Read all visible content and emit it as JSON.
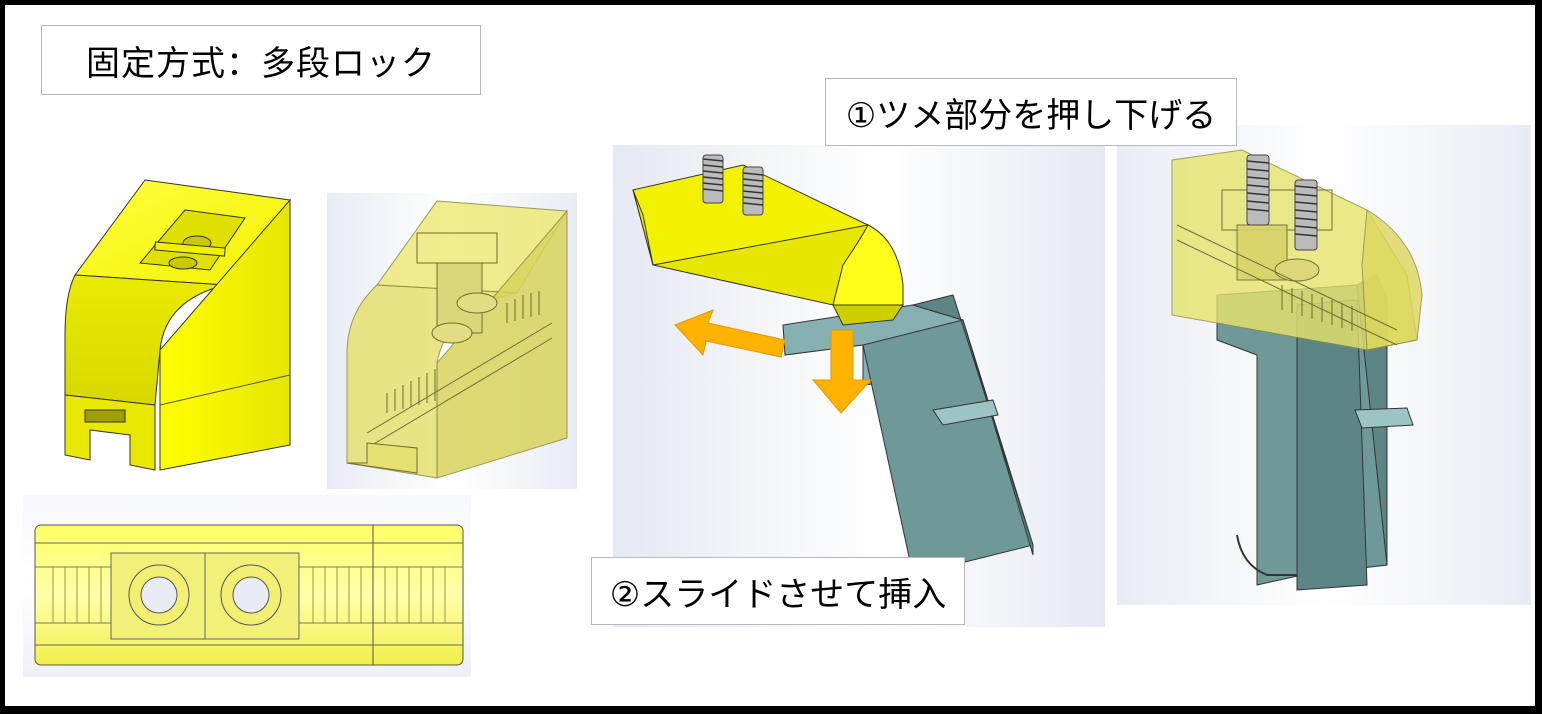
{
  "title": "固定方式：多段ロック",
  "steps": {
    "step1": "①ツメ部分を押し下げる",
    "step2": "②スライドさせて挿入"
  },
  "colors": {
    "frame": "#000000",
    "background": "#ffffff",
    "part_yellow": "#ffff00",
    "part_yellow_transparent": "#e8e66a",
    "part_teal": "#7fa7a8",
    "part_teal_dark": "#5e8383",
    "arrow_orange": "#ffb200",
    "label_border": "#b9b9b9"
  },
  "icons": {
    "left_arrow": "arrow-left-icon",
    "down_arrow": "arrow-down-icon"
  }
}
